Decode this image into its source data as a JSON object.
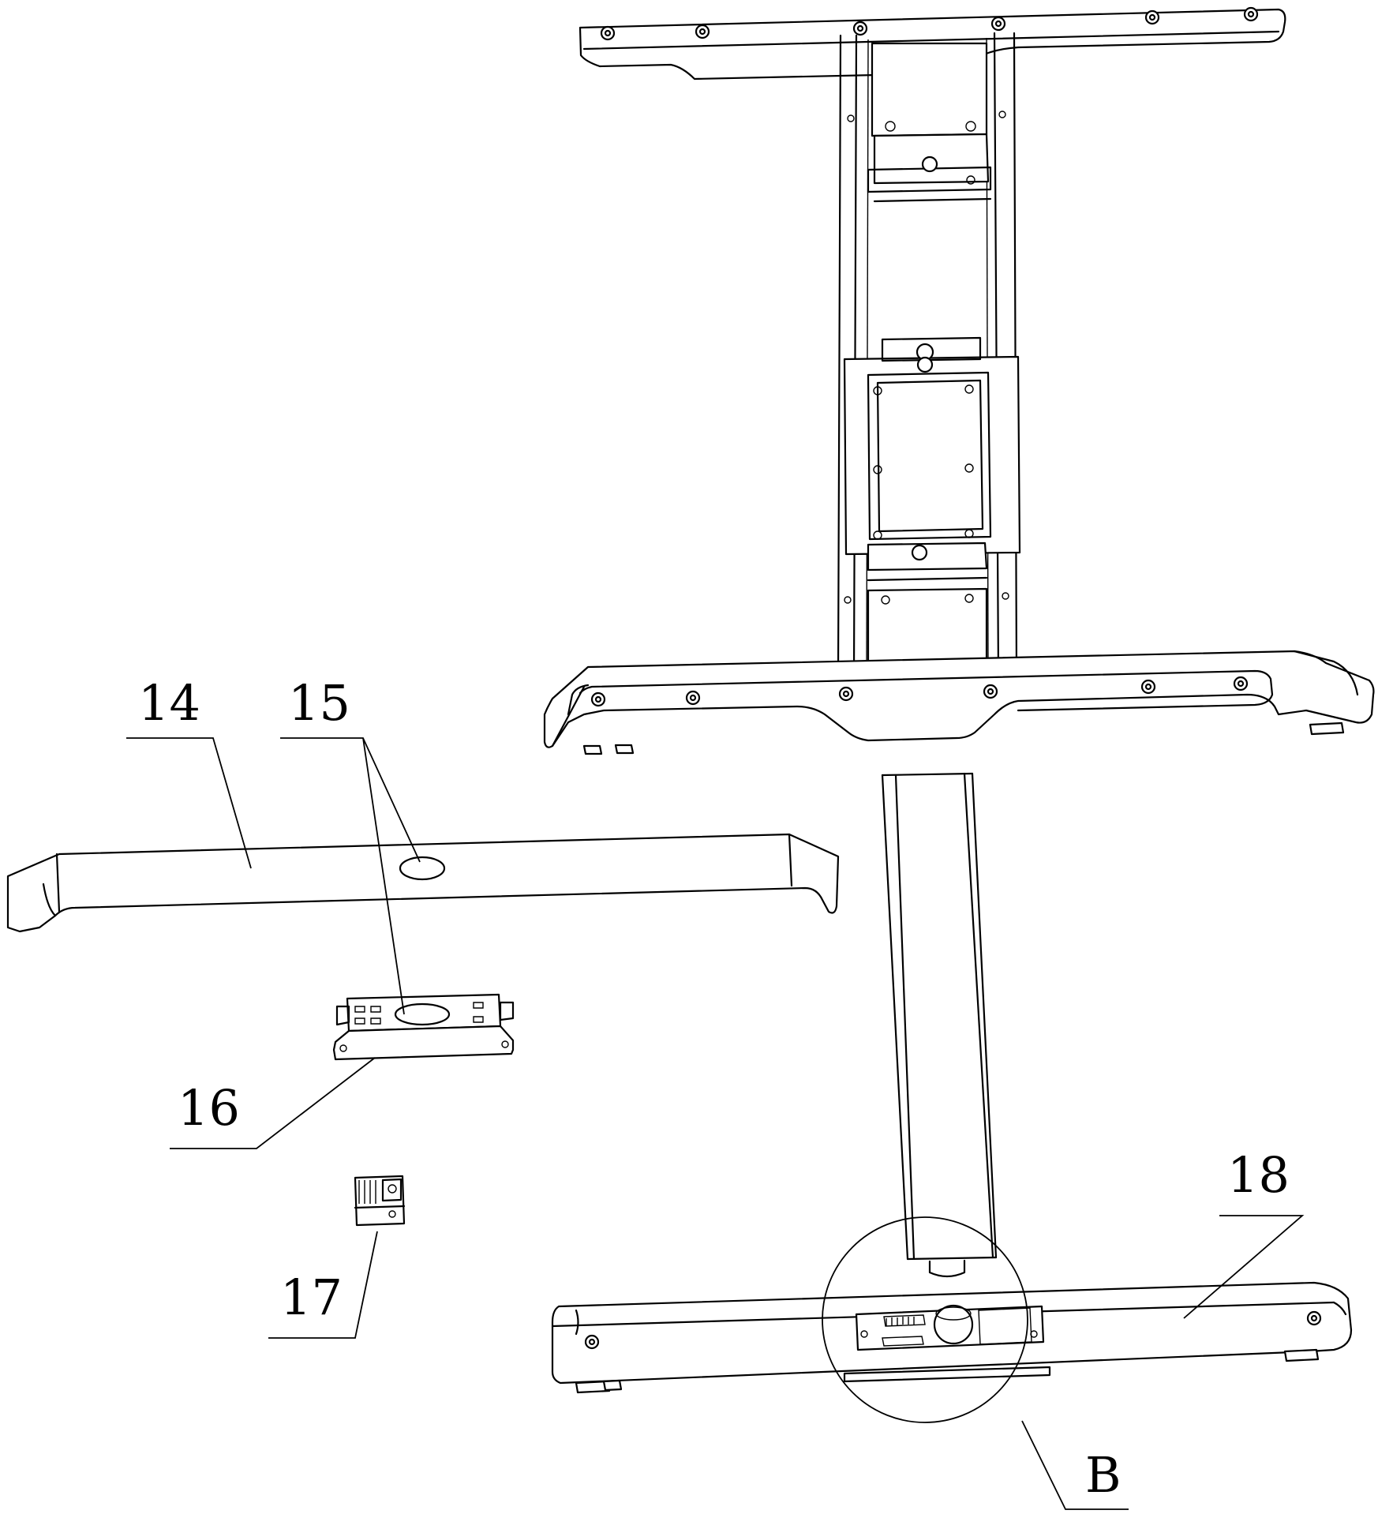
{
  "labels": {
    "part_14": "14",
    "part_15": "15",
    "part_16": "16",
    "part_17": "17",
    "part_18": "18",
    "detail_b": "B"
  }
}
